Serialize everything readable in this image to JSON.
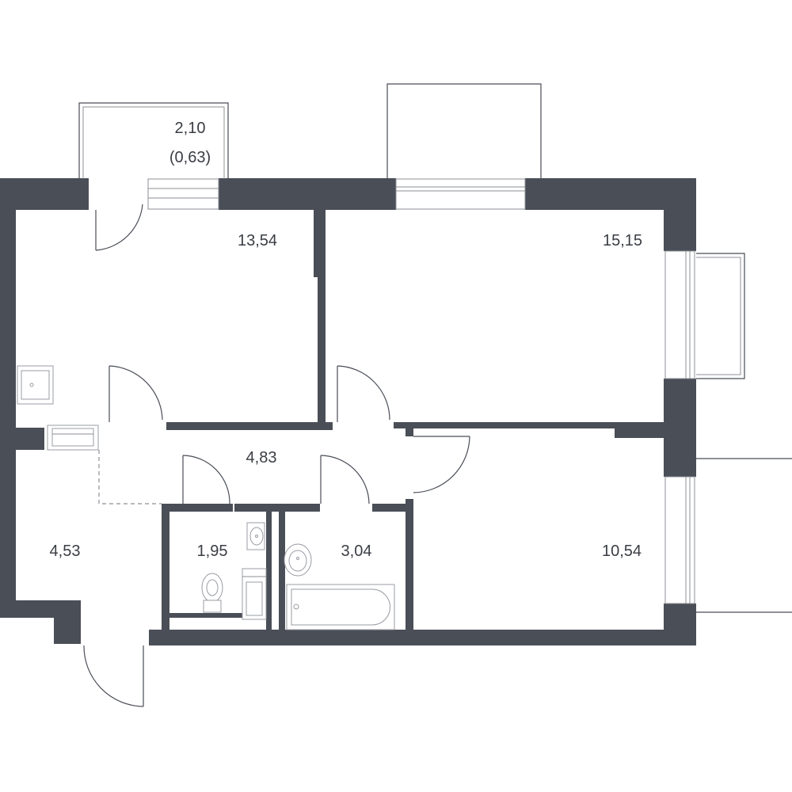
{
  "plan": {
    "wall_color": "#4a4e57",
    "rooms": [
      {
        "id": "kitchen_living",
        "area": "13,54"
      },
      {
        "id": "bedroom_large",
        "area": "15,15"
      },
      {
        "id": "hall",
        "area": "4,83"
      },
      {
        "id": "entrance",
        "area": "4,53"
      },
      {
        "id": "wc",
        "area": "1,95"
      },
      {
        "id": "bathroom",
        "area": "3,04"
      },
      {
        "id": "bedroom_small",
        "area": "10,54"
      }
    ],
    "balcony": {
      "area": "2,10",
      "reduced_area": "(0,63)"
    }
  }
}
